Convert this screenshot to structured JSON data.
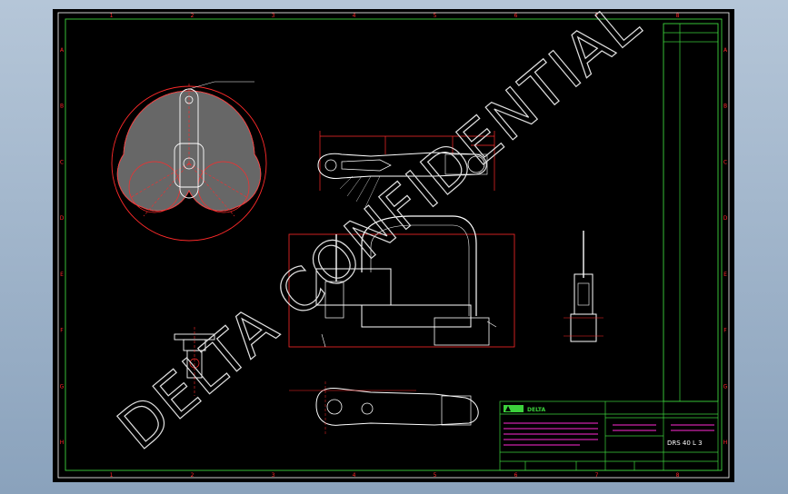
{
  "drawing": {
    "col_labels": [
      "1",
      "2",
      "3",
      "4",
      "5",
      "6",
      "7",
      "8"
    ],
    "row_labels": [
      "A",
      "B",
      "C",
      "D",
      "E",
      "F",
      "G",
      "H"
    ],
    "watermark": "DELTA CONFIDENTIAL",
    "title_block": {
      "company_logo": "DELTA",
      "drawing_no": "DRS 40 L 3"
    }
  },
  "colors": {
    "frame": "#ffffff",
    "arm": "#ffffff",
    "dimension": "#ff2a2a",
    "title_block": "#3cd23c",
    "magenta": "#ff2ad4",
    "watermark": "#e0e0e0"
  }
}
